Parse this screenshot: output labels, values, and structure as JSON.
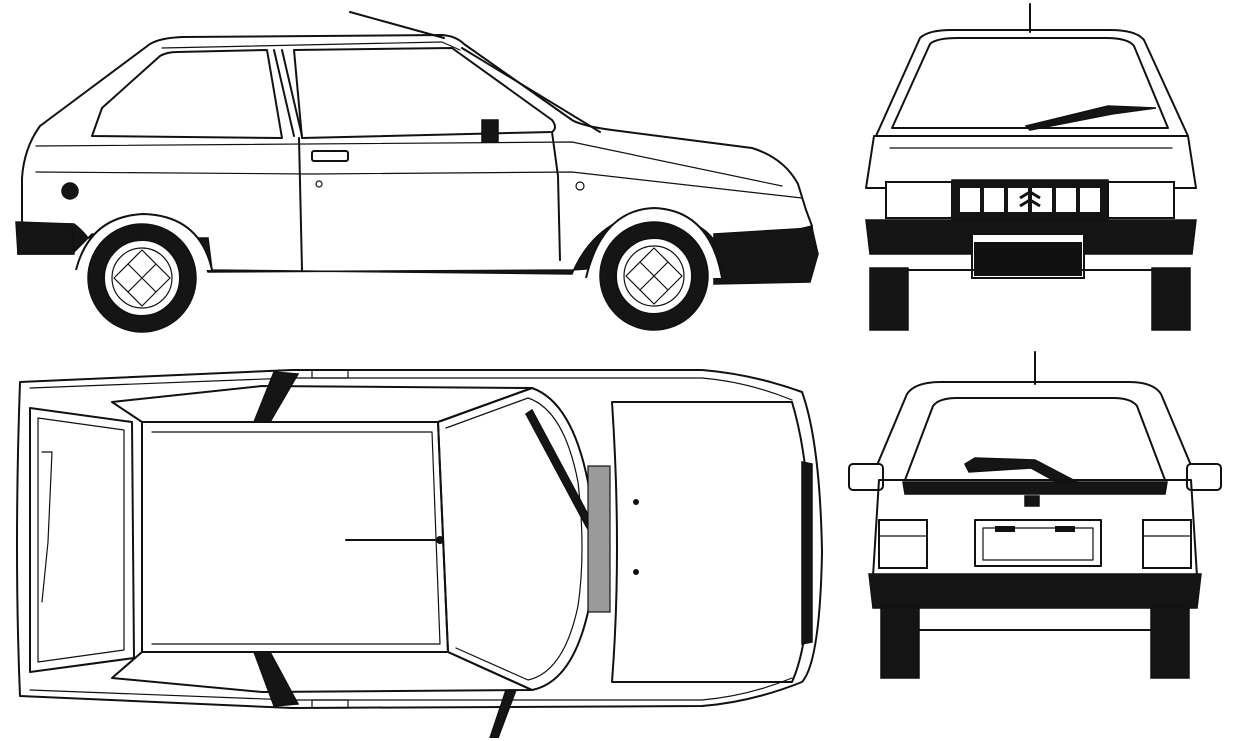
{
  "document": {
    "kind": "vehicle blueprint",
    "views": [
      {
        "id": "side",
        "icon": "car-side-view-icon"
      },
      {
        "id": "front",
        "icon": "car-front-view-icon"
      },
      {
        "id": "top",
        "icon": "car-top-view-icon"
      },
      {
        "id": "rear",
        "icon": "car-rear-view-icon"
      }
    ],
    "colors": {
      "line": "#111111",
      "background": "#ffffff",
      "trim": "#151515"
    }
  }
}
